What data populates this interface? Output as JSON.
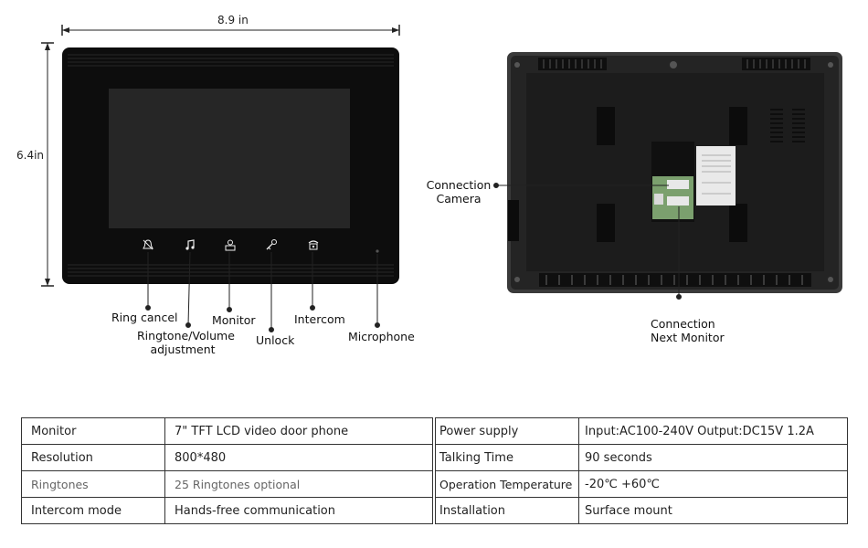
{
  "dimensions": {
    "width": "8.9 in",
    "height": "6.4in"
  },
  "front_labels": {
    "ring_cancel": "Ring cancel",
    "ringtone_line1": "Ringtone/Volume",
    "ringtone_line2": "adjustment",
    "monitor": "Monitor",
    "unlock": "Unlock",
    "intercom": "Intercom",
    "microphone": "Microphone"
  },
  "back_labels": {
    "camera_line1": "Connection",
    "camera_line2": "Camera",
    "next_line1": "Connection",
    "next_line2": "Next Monitor"
  },
  "specs_left": [
    {
      "label": "Monitor",
      "value": "7\" TFT LCD video door phone"
    },
    {
      "label": "Resolution",
      "value": "800*480"
    },
    {
      "label": "Ringtones",
      "value": "25 Ringtones optional"
    },
    {
      "label": "Intercom mode",
      "value": "Hands-free communication"
    }
  ],
  "specs_right": [
    {
      "label": "Power supply",
      "value": "Input:AC100-240V Output:DC15V 1.2A"
    },
    {
      "label": "Talking Time",
      "value": "90 seconds"
    },
    {
      "label": "Operation Temperature",
      "value": "-20℃ +60℃"
    },
    {
      "label": "Installation",
      "value": "Surface mount"
    }
  ],
  "colors": {
    "device_body": "#0d0d0d",
    "screen": "#262626",
    "back_body": "#2b2b2b"
  },
  "icons": [
    "bell-mute-icon",
    "music-note-icon",
    "person-icon",
    "key-icon",
    "intercom-phone-icon"
  ]
}
